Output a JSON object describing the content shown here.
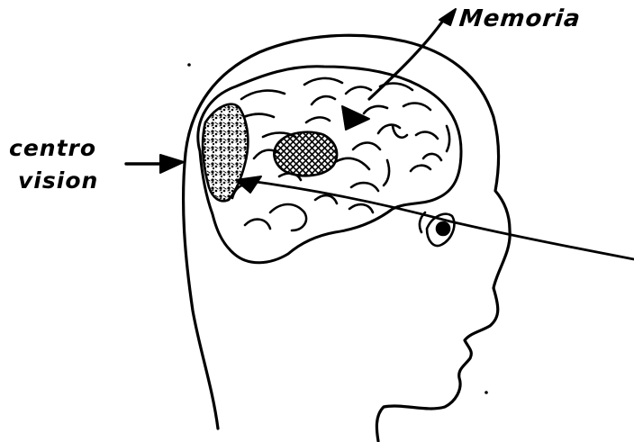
{
  "labels": {
    "memoria": "Memoria",
    "centro": "centro",
    "vision": "vision"
  },
  "colors": {
    "ink": "#000000",
    "paper": "#ffffff"
  }
}
